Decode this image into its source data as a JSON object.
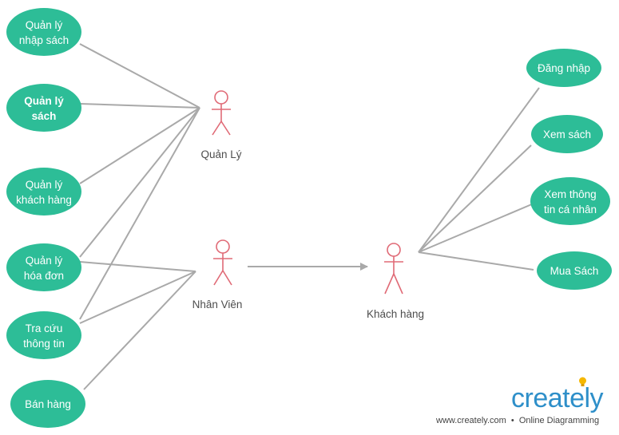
{
  "colors": {
    "use_case_fill": "#2dbd97",
    "actor_stroke": "#e06a76",
    "line": "#a9a9a9",
    "label_text": "#4d4d4d",
    "brand_blue": "#2e8fc9",
    "bulb": "#f5b700"
  },
  "use_cases_left": [
    {
      "line1": "Quản lý",
      "line2": "nhập sách"
    },
    {
      "line1": "Quản lý",
      "line2": "sách"
    },
    {
      "line1": "Quản lý",
      "line2": "khách hàng"
    },
    {
      "line1": "Quản lý",
      "line2": "hóa đơn"
    },
    {
      "line1": "Tra cứu",
      "line2": "thông tin"
    },
    {
      "line1": "Bán hàng"
    }
  ],
  "use_cases_right": [
    {
      "line1": "Đăng nhập"
    },
    {
      "line1": "Xem sách"
    },
    {
      "line1": "Xem thông",
      "line2": "tin cá nhân"
    },
    {
      "line1": "Mua Sách"
    }
  ],
  "actors": {
    "manager": "Quản Lý",
    "staff": "Nhân Viên",
    "customer": "Khách hàng"
  },
  "branding": {
    "logo_word": "creately",
    "tagline_site": "www.creately.com",
    "tagline_separator": "•",
    "tagline_text": "Online Diagramming",
    "icon": "lightbulb-icon"
  }
}
